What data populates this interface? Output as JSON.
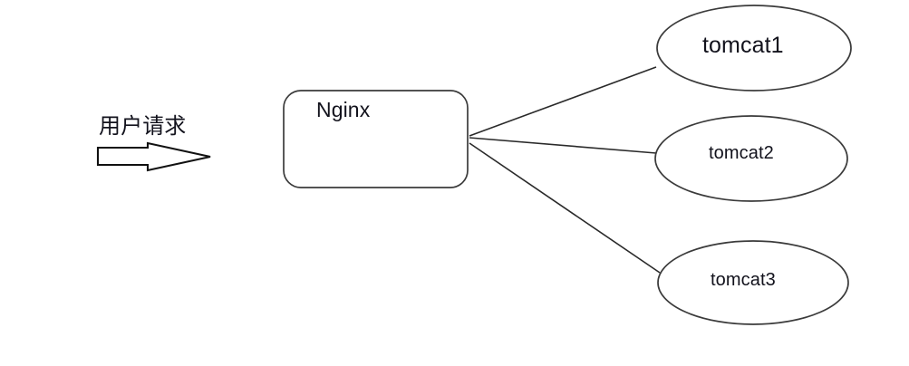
{
  "diagram": {
    "type": "load-balancer-topology",
    "background_color": "#ffffff",
    "stroke_color": "#3b3b3b",
    "text_color": "#12121c",
    "request": {
      "caption": "用户请求",
      "arrow_icon": "right-arrow-outline"
    },
    "proxy": {
      "label": "Nginx",
      "shape": "rounded-rectangle"
    },
    "backends": [
      {
        "label": "tomcat1",
        "shape": "ellipse"
      },
      {
        "label": "tomcat2",
        "shape": "ellipse"
      },
      {
        "label": "tomcat3",
        "shape": "ellipse"
      }
    ],
    "connectors": [
      {
        "from": "Nginx",
        "to": "tomcat1"
      },
      {
        "from": "Nginx",
        "to": "tomcat2"
      },
      {
        "from": "Nginx",
        "to": "tomcat3"
      }
    ]
  }
}
